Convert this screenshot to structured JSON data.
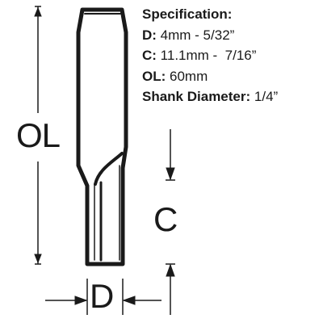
{
  "spec": {
    "title": "Specification:",
    "lines": [
      {
        "key": "D:",
        "value": " 4mm - 5/32”"
      },
      {
        "key": "C:",
        "value": " 11.1mm -  7/16”"
      },
      {
        "key": "OL:",
        "value": " 60mm"
      },
      {
        "key": "Shank Diameter:",
        "value": " 1/4”"
      }
    ]
  },
  "dimensions": {
    "overall_length": "OL",
    "cutting_length": "C",
    "diameter": "D"
  },
  "colors": {
    "line": "#1a1a1a",
    "background": "#ffffff"
  }
}
